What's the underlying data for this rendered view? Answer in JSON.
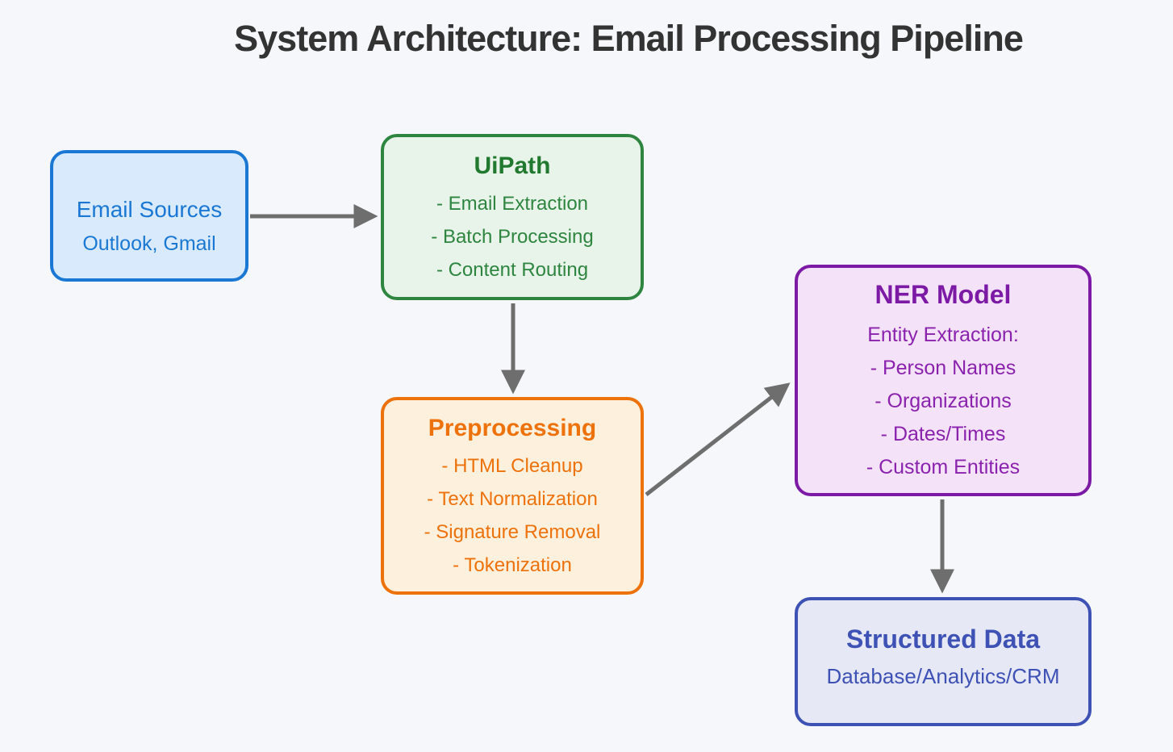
{
  "title": "System Architecture: Email Processing Pipeline",
  "palette": {
    "background": "#f5f7fa",
    "title_color": "#333333",
    "arrow_color": "#6e6e6e",
    "email_sources": {
      "fill": "#d9eafc",
      "border": "#1a78d4",
      "text": "#1a78d4"
    },
    "uipath": {
      "fill": "#e8f4e9",
      "border": "#2e8540",
      "text": "#2e8540"
    },
    "preprocessing": {
      "fill": "#fdf0dc",
      "border": "#ee720b",
      "text": "#ee720b"
    },
    "ner_model": {
      "fill": "#f4e3f8",
      "border": "#7c1aa6",
      "text": "#8a22ae"
    },
    "structured_data": {
      "fill": "#e6e8f6",
      "border": "#3e51b5",
      "text": "#3e51b5"
    }
  },
  "nodes": {
    "email_sources": {
      "title": "Email Sources",
      "subtitle": "Outlook, Gmail"
    },
    "uipath": {
      "title": "UiPath",
      "items": [
        "- Email Extraction",
        "- Batch Processing",
        "- Content Routing"
      ]
    },
    "preprocessing": {
      "title": "Preprocessing",
      "items": [
        "- HTML Cleanup",
        "- Text Normalization",
        "- Signature Removal",
        "- Tokenization"
      ]
    },
    "ner_model": {
      "title": "NER Model",
      "subtitle": "Entity Extraction:",
      "items": [
        "- Person Names",
        "- Organizations",
        "- Dates/Times",
        "- Custom Entities"
      ]
    },
    "structured_data": {
      "title": "Structured Data",
      "subtitle": "Database/Analytics/CRM"
    }
  },
  "edges": [
    {
      "from": "Email Sources",
      "to": "UiPath"
    },
    {
      "from": "UiPath",
      "to": "Preprocessing"
    },
    {
      "from": "Preprocessing",
      "to": "NER Model"
    },
    {
      "from": "NER Model",
      "to": "Structured Data"
    }
  ]
}
